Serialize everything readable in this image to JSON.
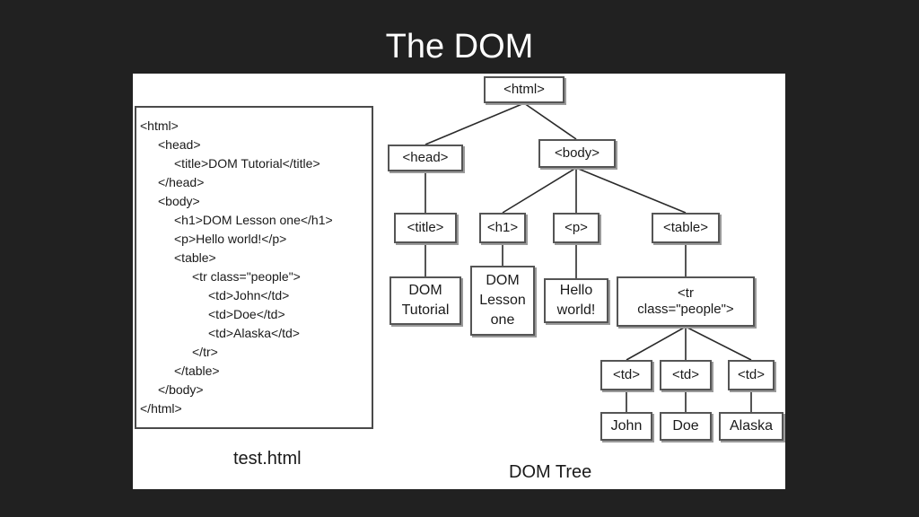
{
  "title": "The DOM",
  "source_code": {
    "lines": [
      "<html>",
      "<head>",
      "<title>DOM Tutorial</title>",
      "</head>",
      "<body>",
      "<h1>DOM Lesson one</h1>",
      "<p>Hello world!</p>",
      "<table>",
      "<tr class=\"people\">",
      "<td>John</td>",
      "<td>Doe</td>",
      "<td>Alaska</td>",
      "</tr>",
      "</table>",
      "</body>",
      "</html>"
    ],
    "caption": "test.html"
  },
  "tree": {
    "caption": "DOM Tree",
    "nodes": {
      "html": "<html>",
      "head": "<head>",
      "body": "<body>",
      "title": "<title>",
      "h1": "<h1>",
      "p": "<p>",
      "table": "<table>",
      "title_text": "DOM\nTutorial",
      "h1_text": "DOM\nLesson\none",
      "p_text": "Hello\nworld!",
      "tr": "<tr\nclass=\"people\">",
      "td1": "<td>",
      "td2": "<td>",
      "td3": "<td>",
      "td1_text": "John",
      "td2_text": "Doe",
      "td3_text": "Alaska"
    }
  }
}
